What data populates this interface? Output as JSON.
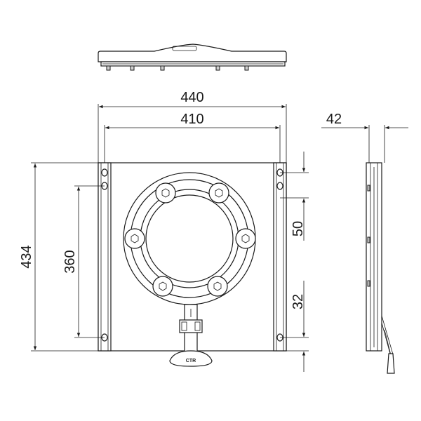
{
  "drawing": {
    "dimensions": {
      "overall_width": "440",
      "inner_width": "410",
      "side_depth": "42",
      "overall_height": "434",
      "rail_length": "360",
      "hole_spacing": "50",
      "end_offset": "32"
    },
    "handle_logo": "CTR",
    "colors": {
      "line": "#1a1a1a",
      "background": "#ffffff",
      "metal": "#d0d0d0"
    }
  }
}
